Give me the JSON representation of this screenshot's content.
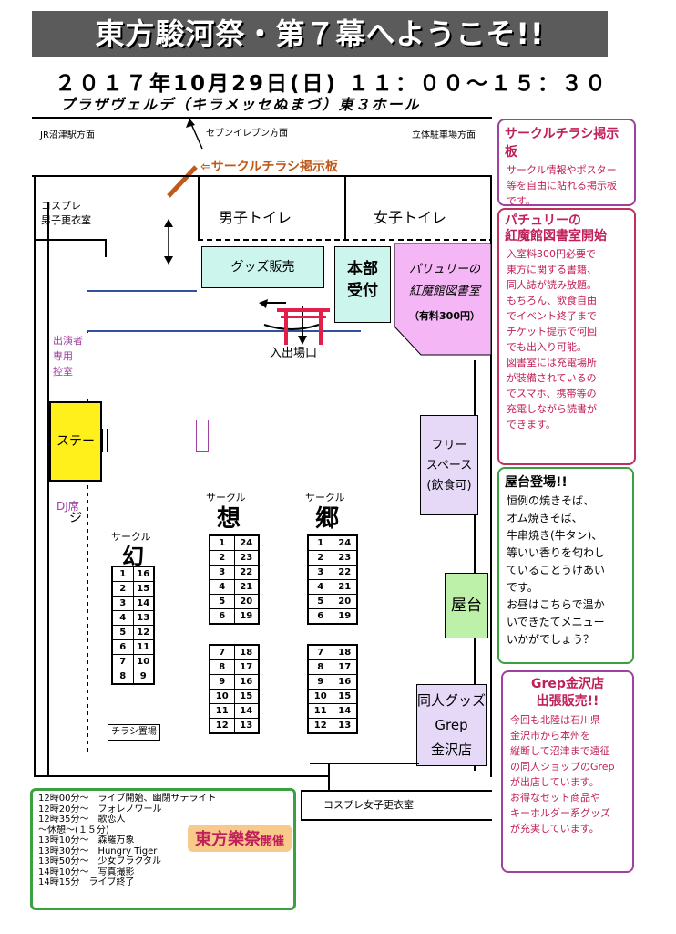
{
  "header": {
    "title": "東方駿河祭・第７幕へようこそ!!",
    "date": "２０１７年10月29日(日) １１：００～１５：３０",
    "venue": "プラザヴェルデ（キラメッセぬまづ）東３ホール"
  },
  "directions": {
    "left": "JR沼津駅方面",
    "middle": "セブンイレブン方面",
    "right": "立体駐車場方面"
  },
  "map": {
    "flyer_board_label": "サークルチラシ掲示板",
    "cosplay_male": "コスプレ\n男子更衣室",
    "toilet_male": "男子トイレ",
    "toilet_female": "女子トイレ",
    "goods": "グッズ販売",
    "hq": "本部\n受付",
    "library_name": "パリュリーの\n紅魔館図書室",
    "library_fee": "（有料300円）",
    "entrance": "入出場口",
    "performer_room": "出演者\n専用\n控室",
    "stage": "ステージ",
    "dj": "DJ席",
    "free_space": "フリー\nスペース\n(飲食可)",
    "yatai": "屋台",
    "doujin_goods": "同人グッズ\nGrep\n金沢店",
    "flyer_place": "チラシ置場",
    "cosplay_female": "コスプレ女子更衣室",
    "circle_label": "サークル",
    "circle_gen": "幻",
    "circle_sou": "想",
    "circle_kyou": "郷"
  },
  "booths": {
    "gen": [
      [
        "1",
        "16"
      ],
      [
        "2",
        "15"
      ],
      [
        "3",
        "14"
      ],
      [
        "4",
        "13"
      ],
      [
        "5",
        "12"
      ],
      [
        "6",
        "11"
      ],
      [
        "7",
        "10"
      ],
      [
        "8",
        "9"
      ]
    ],
    "sou_top": [
      [
        "1",
        "24"
      ],
      [
        "2",
        "23"
      ],
      [
        "3",
        "22"
      ],
      [
        "4",
        "21"
      ],
      [
        "5",
        "20"
      ],
      [
        "6",
        "19"
      ]
    ],
    "sou_bottom": [
      [
        "7",
        "18"
      ],
      [
        "8",
        "17"
      ],
      [
        "9",
        "16"
      ],
      [
        "10",
        "15"
      ],
      [
        "11",
        "14"
      ],
      [
        "12",
        "13"
      ]
    ],
    "kyou_top": [
      [
        "1",
        "24"
      ],
      [
        "2",
        "23"
      ],
      [
        "3",
        "22"
      ],
      [
        "4",
        "21"
      ],
      [
        "5",
        "20"
      ],
      [
        "6",
        "19"
      ]
    ],
    "kyou_bottom": [
      [
        "7",
        "18"
      ],
      [
        "8",
        "17"
      ],
      [
        "9",
        "16"
      ],
      [
        "10",
        "15"
      ],
      [
        "11",
        "14"
      ],
      [
        "12",
        "13"
      ]
    ]
  },
  "info": {
    "flyer": {
      "title": "サークルチラシ掲示板",
      "text": "サークル情報やポスター\n等を自由に貼れる掲示板\nです。"
    },
    "library": {
      "title": "パチュリーの\n紅魔館図書室開始",
      "text": "入室料300円必要で\n東方に関する書籍、\n同人誌が読み放題。\nもちろん、飲食自由\nでイベント終了まで\nチケット提示で何回\nでも出入り可能。\n図書室には充電場所\nが装備されているの\nでスマホ、携帯等の\n充電しながら読書が\nできます。"
    },
    "yatai": {
      "title": "屋台登場!!",
      "text": "恒例の焼きそば、\nオム焼きそば、\n牛串焼き(牛タン)、\n等いい香りを匂わし\nていることうけあい\nです。\nお昼はこちらで温か\nいできたてメニュー\nいかがでしょう？"
    },
    "grep": {
      "title": "Grep金沢店\n出張販売!!",
      "text": "今回も北陸は石川県\n金沢市から本州を\n縦断して沼津まで遠征\nの同人ショップのGrep\nが出店しています。\nお得なセット商品や\nキーホルダー系グッズ\nが充実しています。"
    }
  },
  "schedule": {
    "badge_main": "東方樂祭",
    "badge_suffix": "開催",
    "rows": [
      "12時00分～　ライブ開始、幽閉サテライト",
      "12時20分～　フォレノワール",
      "12時35分～　歌恋人",
      "～休憩～(１５分)",
      "13時10分～　森羅万象",
      "13時30分～　Hungry Tiger",
      "13時50分～　少女フラクタル",
      "14時10分～　写真撮影",
      "14時15分　ライブ終了"
    ]
  },
  "colors": {
    "title_bg": "#5b5b5b",
    "info_red": "#c0205a",
    "green": "#3aa040",
    "goods_bg": "#ccf5ee",
    "hq_bg": "#ccf5ee",
    "library_bg": "#f4b6f4",
    "stage_bg": "#ffef1a",
    "free_space_bg": "#e6d9f7",
    "yatai_bg": "#bdf0a8",
    "doujin_bg": "#e6d9f7",
    "flyer_board_line": "#c05a1a",
    "torii": "#e0204a",
    "badge_bg": "#f7c98a",
    "badge_text": "#c0205a"
  }
}
